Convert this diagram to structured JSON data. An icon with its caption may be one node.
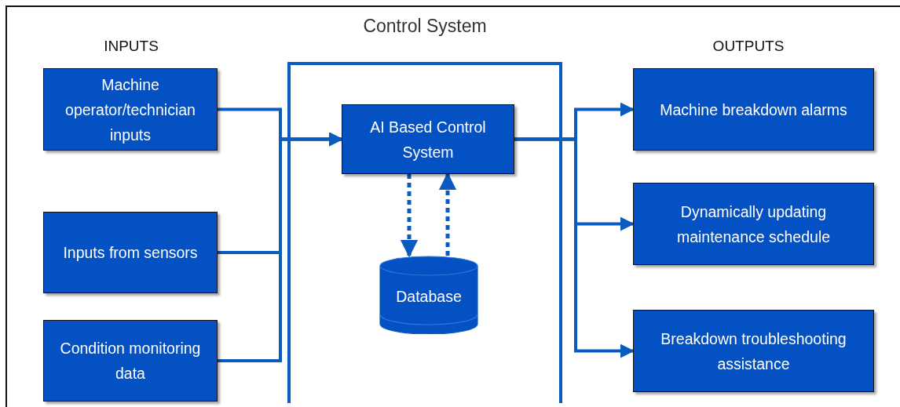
{
  "diagram": {
    "nodes": [
      {
        "text": [
          "Machine operator/technician inputs"
        ]
      },
      {
        "text": [
          "Inputs from sensors"
        ]
      },
      {
        "text": [
          "Condition monitoring data"
        ]
      },
      {
        "text": [
          "Control System"
        ]
      },
      {
        "text": [
          "AI Based Control System"
        ],
        "in": 3
      },
      {
        "text": [
          "Database"
        ],
        "in": 3
      },
      {
        "text": [
          "Machine breakdown alarms"
        ]
      },
      {
        "text": [
          "Dynamically updating maintenance schedule"
        ]
      },
      {
        "text": [
          "Breakdown troubleshooting assistance"
        ]
      }
    ],
    "edges": [
      {
        "from": 0,
        "to": 4,
        "arrow": "to"
      },
      {
        "from": 1,
        "to": 4,
        "arrow": "to"
      },
      {
        "from": 2,
        "to": 4,
        "arrow": "to"
      },
      {
        "from": 4,
        "to": 5,
        "arrow": "to",
        "style": "dashed"
      },
      {
        "from": 5,
        "to": 4,
        "arrow": "to",
        "style": "dashed"
      },
      {
        "from": 4,
        "to": 6,
        "arrow": "to"
      },
      {
        "from": 4,
        "to": 7,
        "arrow": "to"
      },
      {
        "from": 4,
        "to": 8,
        "arrow": "to"
      }
    ],
    "labels": [
      "INPUTS",
      "OUTPUTS"
    ]
  }
}
